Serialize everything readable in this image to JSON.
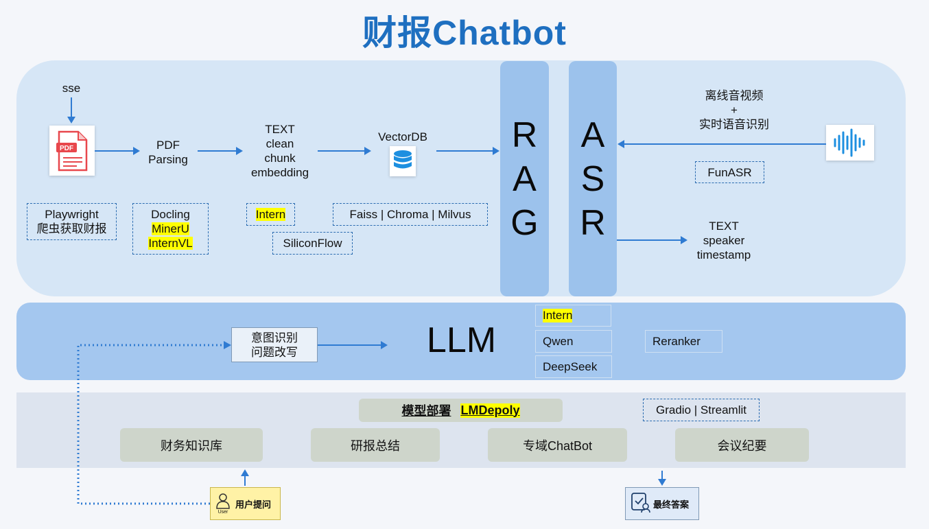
{
  "title": "财报Chatbot",
  "pipeline": {
    "sse": "sse",
    "pdf_parsing": "PDF\nParsing",
    "text_steps": "TEXT\nclean\nchunk\nembedding",
    "vectordb": "VectorDB"
  },
  "tools": {
    "playwright": "Playwright\n爬虫获取财报",
    "docling": "Docling",
    "mineru": "MinerU",
    "internvl": "InternVL",
    "intern_embed": "Intern",
    "siliconflow": "SiliconFlow",
    "vector_stores": "Faiss | Chroma | Milvus"
  },
  "rag": [
    "R",
    "A",
    "G"
  ],
  "asr": {
    "letters": [
      "A",
      "S",
      "R"
    ],
    "input": "离线音视频\n+\n实时语音识别",
    "tool": "FunASR",
    "output": "TEXT\nspeaker\ntimestamp"
  },
  "llm": {
    "label": "LLM",
    "intent": "意图识别\n问题改写",
    "models": [
      "Intern",
      "Qwen",
      "DeepSeek"
    ],
    "reranker": "Reranker"
  },
  "deploy": {
    "label": "模型部署",
    "tool": "LMDepoly",
    "ui": "Gradio | Streamlit",
    "apps": [
      "财务知识库",
      "研报总结",
      "专域ChatBot",
      "会议纪要"
    ]
  },
  "user": {
    "question": "用户提问",
    "user_caption": "User",
    "answer": "最终答案"
  },
  "icon_names": [
    "pdf-icon",
    "database-icon",
    "audio-wave-icon",
    "user-icon",
    "answer-check-icon"
  ],
  "colors": {
    "title": "#1e6fc0",
    "arrow": "#2f7bd2",
    "highlight": "#ffff00",
    "bar": "#9cc2ec",
    "pdf_red": "#e8474c"
  }
}
